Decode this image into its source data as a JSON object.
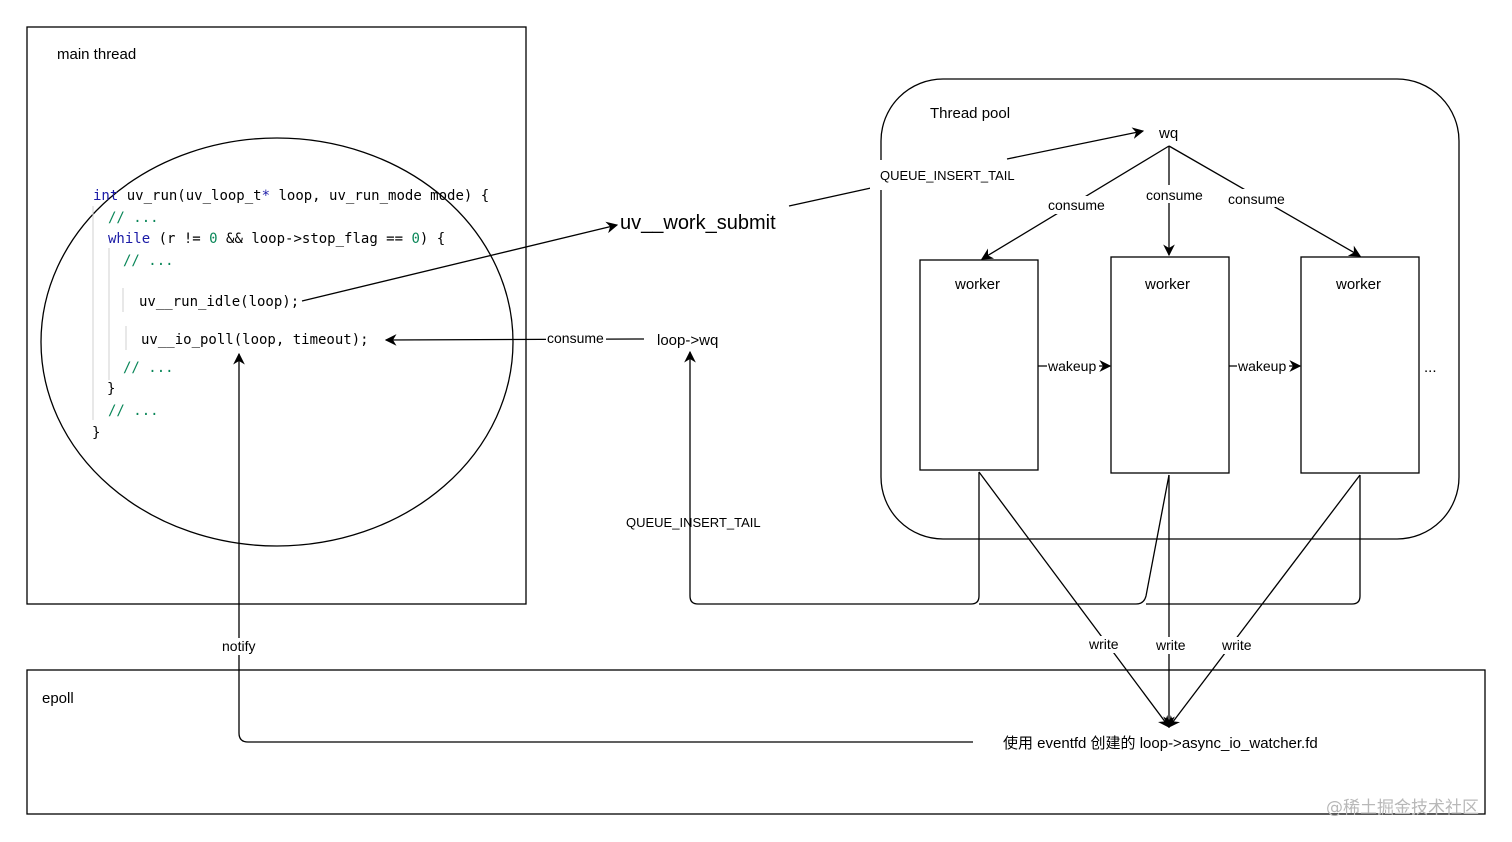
{
  "main_thread": {
    "title": "main thread",
    "code": {
      "line1_kw": "int",
      "line1_rest": " uv_run(uv_loop_t",
      "line1_star": "*",
      "line1_end": " loop, uv_run_mode mode) {",
      "comment": "// ...",
      "while_kw": "while",
      "while_a": " (r != ",
      "while_zero": "0",
      "while_b": " && loop->stop_flag == ",
      "while_zero2": "0",
      "while_c": ") {",
      "idle_call": "uv__run_idle(loop);",
      "poll_call": "uv__io_poll(loop, timeout);",
      "close_inner": "}",
      "close_outer": "}"
    }
  },
  "labels": {
    "uv_work_submit": "uv__work_submit",
    "loop_wq": "loop->wq",
    "consume": "consume",
    "queue_insert_tail": "QUEUE_INSERT_TAIL",
    "notify": "notify",
    "write": "write",
    "wakeup": "wakeup"
  },
  "thread_pool": {
    "title": "Thread pool",
    "wq": "wq",
    "workers": [
      "worker",
      "worker",
      "worker"
    ],
    "ellipsis": "..."
  },
  "epoll": {
    "title": "epoll",
    "eventfd_text": "使用 eventfd 创建的 loop->async_io_watcher.fd"
  },
  "watermark": "@稀土掘金技术社区"
}
